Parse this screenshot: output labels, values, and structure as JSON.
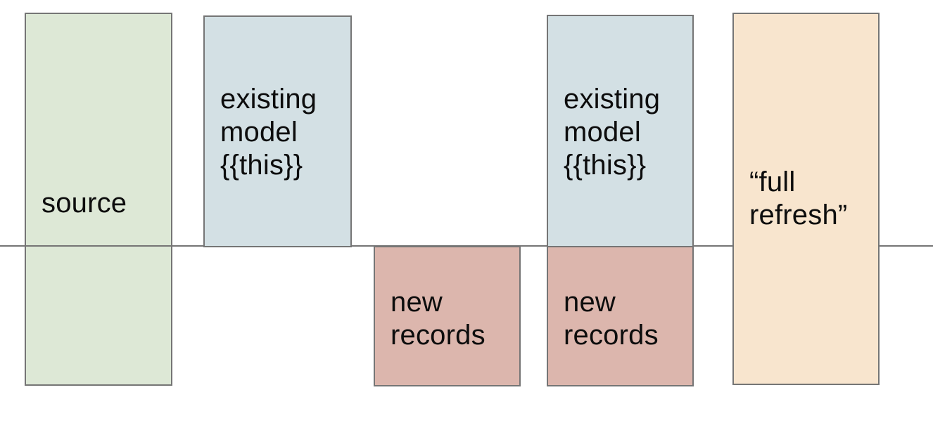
{
  "diagram": {
    "background": "#ffffff",
    "border_color": "#757575",
    "divider_line_color": "#757575",
    "text_color": "#0d0d0d",
    "boxes": {
      "source": {
        "fill": "#dde8d6",
        "lines": [
          "source"
        ]
      },
      "existing_model_left": {
        "fill": "#d3e0e4",
        "lines": [
          "existing",
          "model",
          "{{this}}"
        ]
      },
      "new_records_left": {
        "fill": "#dcb6ad",
        "lines": [
          "new",
          "records"
        ]
      },
      "existing_model_right": {
        "fill": "#d3e0e4",
        "lines": [
          "existing",
          "model",
          "{{this}}"
        ]
      },
      "new_records_right": {
        "fill": "#dcb6ad",
        "lines": [
          "new",
          "records"
        ]
      },
      "full_refresh": {
        "fill": "#f8e5ce",
        "lines": [
          "“full",
          "refresh”"
        ]
      }
    }
  }
}
